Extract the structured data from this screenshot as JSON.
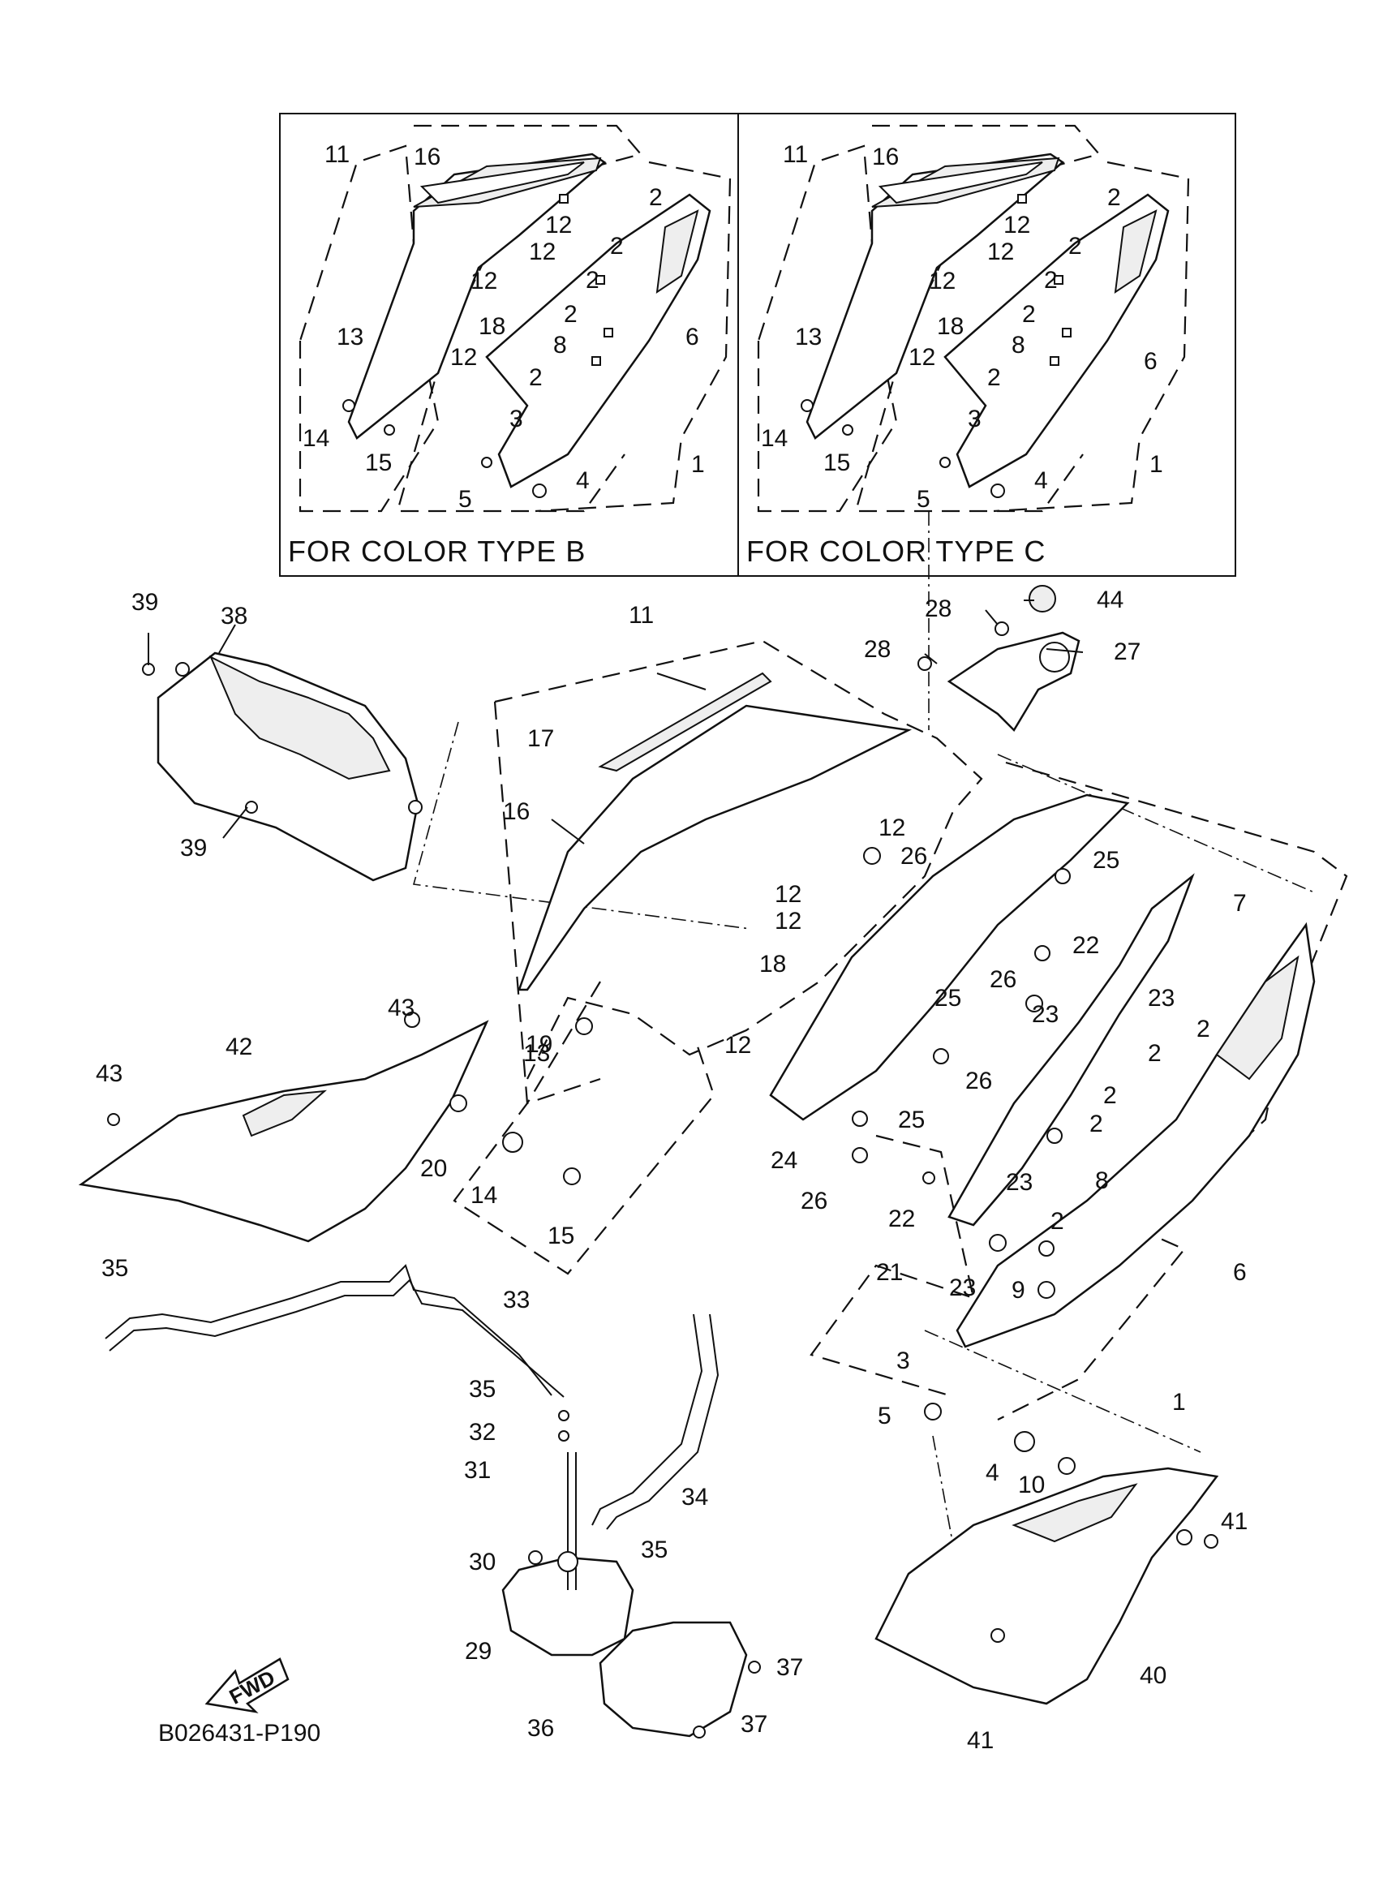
{
  "insets": [
    {
      "caption": "FOR COLOR TYPE B"
    },
    {
      "caption": "FOR COLOR TYPE C"
    }
  ],
  "inset_labels": [
    "11",
    "16",
    "12",
    "12",
    "12",
    "12",
    "18",
    "2",
    "2",
    "2",
    "2",
    "8",
    "2",
    "6",
    "13",
    "14",
    "15",
    "3",
    "5",
    "4",
    "1"
  ],
  "main_labels": {
    "l1": "1",
    "l2a": "2",
    "l2b": "2",
    "l2c": "2",
    "l2d": "2",
    "l3": "3",
    "l4": "4",
    "l5": "5",
    "l6": "6",
    "l7": "7",
    "l8": "8",
    "l9": "9",
    "l10": "10",
    "l11": "11",
    "l12a": "12",
    "l12b": "12",
    "l12c": "12",
    "l12d": "12",
    "l13": "13",
    "l14": "14",
    "l15": "15",
    "l16": "16",
    "l17": "17",
    "l18": "18",
    "l19": "19",
    "l20": "20",
    "l21": "21",
    "l22a": "22",
    "l22b": "22",
    "l23a": "23",
    "l23b": "23",
    "l23c": "23",
    "l23d": "23",
    "l24": "24",
    "l25a": "25",
    "l25b": "25",
    "l25c": "25",
    "l26a": "26",
    "l26b": "26",
    "l26c": "26",
    "l26d": "26",
    "l27": "27",
    "l28a": "28",
    "l28b": "28",
    "l29": "29",
    "l30": "30",
    "l31": "31",
    "l32": "32",
    "l33": "33",
    "l34": "34",
    "l35a": "35",
    "l35b": "35",
    "l35c": "35",
    "l36": "36",
    "l37a": "37",
    "l37b": "37",
    "l38": "38",
    "l39a": "39",
    "l39b": "39",
    "l40": "40",
    "l41a": "41",
    "l41b": "41",
    "l42": "42",
    "l43a": "43",
    "l43b": "43",
    "l44": "44"
  },
  "fwd_label": "FWD",
  "reference_code": "B026431-P190"
}
